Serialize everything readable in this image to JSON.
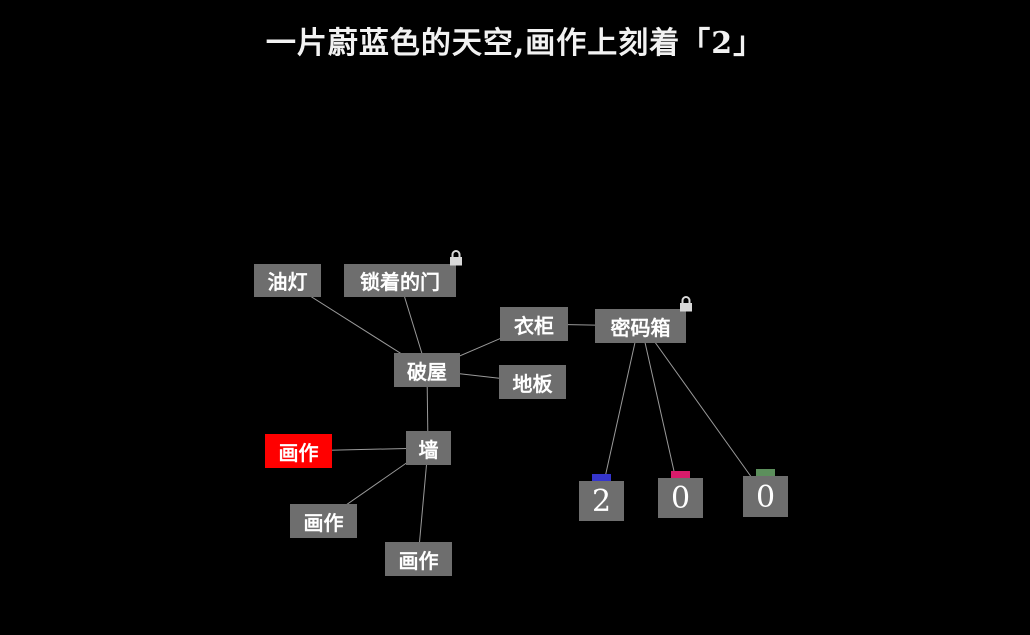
{
  "title": "一片蔚蓝色的天空,画作上刻着「2」",
  "nodes": {
    "lamp": "油灯",
    "locked_door": "锁着的门",
    "wardrobe": "衣柜",
    "password_box": "密码箱",
    "hut": "破屋",
    "floor": "地板",
    "wall": "墙",
    "painting_selected": "画作",
    "painting_2": "画作",
    "painting_3": "画作"
  },
  "password": {
    "digits": [
      "2",
      "0",
      "0"
    ],
    "colors": [
      "#3535cc",
      "#d81b6b",
      "#5c8f5c"
    ]
  },
  "colors": {
    "node": "#6e6e6e",
    "selected": "#ff0000",
    "link": "#9a9a9a",
    "lock": "#d8d8d8"
  }
}
